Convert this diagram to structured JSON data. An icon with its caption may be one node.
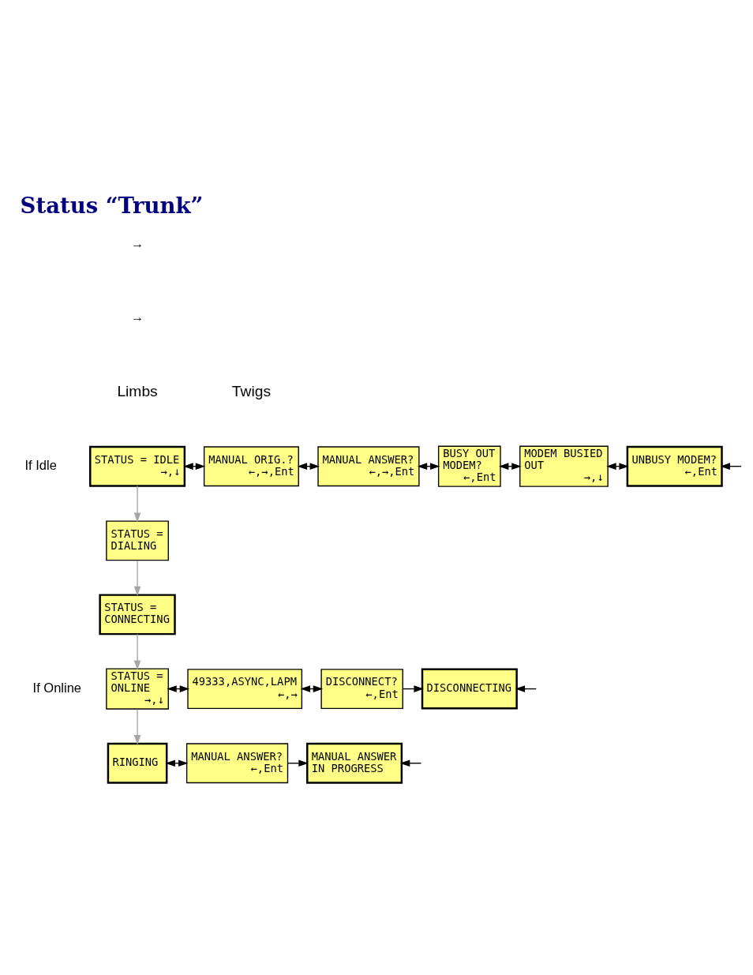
{
  "diagram": {
    "title": "Status “Trunk”",
    "nodes": [
      {
        "text": [
          "STATUS = IDLE",
          "→,↓"
        ]
      },
      {
        "text": [
          "MANUAL ORIG.?",
          "←,→,Ent"
        ]
      },
      {
        "text": [
          "MANUAL ANSWER?",
          "←,→,Ent"
        ]
      },
      {
        "text": [
          "BUSY OUT MODEM?",
          "←,Ent"
        ]
      },
      {
        "text": [
          "MODEM BUSIED OUT",
          "→,↓"
        ]
      },
      {
        "text": [
          "UNBUSY MODEM?",
          "←,Ent"
        ]
      },
      {
        "text": [
          "STATUS = DIALING"
        ]
      },
      {
        "text": [
          "STATUS = CONNECTING"
        ]
      },
      {
        "text": [
          "STATUS = ONLINE",
          "→,↓"
        ]
      },
      {
        "text": [
          "49333,ASYNC,LAPM",
          "←,→"
        ]
      },
      {
        "text": [
          "DISCONNECT?",
          "←,Ent"
        ]
      },
      {
        "text": [
          "DISCONNECTING"
        ]
      },
      {
        "text": [
          "RINGING"
        ]
      },
      {
        "text": [
          "MANUAL ANSWER?",
          "←,Ent"
        ]
      },
      {
        "text": [
          "MANUAL ANSWER IN PROGRESS"
        ]
      }
    ],
    "edges": [
      {
        "from": 0,
        "to": 1,
        "arrow": "both"
      },
      {
        "from": 1,
        "to": 2,
        "arrow": "both"
      },
      {
        "from": 2,
        "to": 3,
        "arrow": "both"
      },
      {
        "from": 3,
        "to": 4,
        "arrow": "both"
      },
      {
        "from": 4,
        "to": 5,
        "arrow": "both"
      },
      {
        "from": null,
        "to": 5,
        "arrow": "to"
      },
      {
        "from": 0,
        "to": 6,
        "arrow": "to",
        "color": "#a6a6a6"
      },
      {
        "from": 6,
        "to": 7,
        "arrow": "to",
        "color": "#a6a6a6"
      },
      {
        "from": 7,
        "to": 8,
        "arrow": "to",
        "color": "#a6a6a6"
      },
      {
        "from": 8,
        "to": 9,
        "arrow": "both"
      },
      {
        "from": 9,
        "to": 10,
        "arrow": "both"
      },
      {
        "from": 10,
        "to": 11,
        "arrow": "to"
      },
      {
        "from": null,
        "to": 11,
        "arrow": "to"
      },
      {
        "from": 8,
        "to": 12,
        "arrow": "to",
        "color": "#a6a6a6"
      },
      {
        "from": 12,
        "to": 13,
        "arrow": "both"
      },
      {
        "from": 13,
        "to": 14,
        "arrow": "to"
      },
      {
        "from": null,
        "to": 14,
        "arrow": "to"
      }
    ],
    "labels": [
      "→",
      "→",
      "Limbs",
      "Twigs",
      "If Idle",
      "If Online"
    ]
  }
}
